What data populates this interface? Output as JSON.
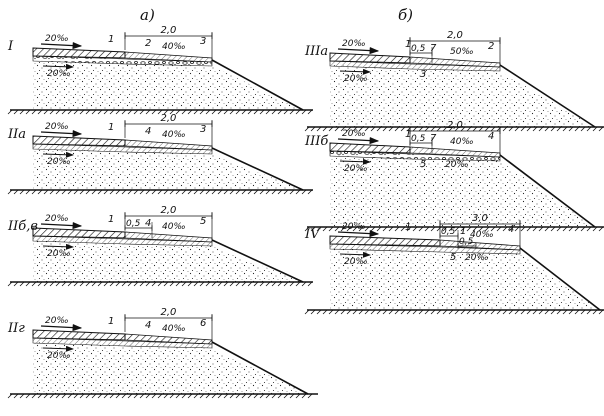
{
  "figure": {
    "group_labels": [
      "а)",
      "б)"
    ],
    "colors": {
      "ink": "#111111",
      "paper": "#ffffff"
    }
  },
  "sections": [
    {
      "id": "I",
      "roman": "I",
      "dim": "2,0",
      "slope_left": "20‰",
      "slope_right": "40‰",
      "slope_under": "20‰",
      "markers": [
        "1",
        "2",
        "3"
      ]
    },
    {
      "id": "IIa",
      "roman": "IIа",
      "dim": "2,0",
      "slope_left": "20‰",
      "slope_right": "40‰",
      "slope_under": "20‰",
      "markers": [
        "1",
        "4",
        "3"
      ]
    },
    {
      "id": "IIb",
      "roman": "IIб,в",
      "dim": "2,0",
      "subdim": "0,5",
      "slope_left": "20‰",
      "slope_right": "40‰",
      "slope_under": "20‰",
      "markers": [
        "1",
        "4",
        "5"
      ]
    },
    {
      "id": "IIg",
      "roman": "IIг",
      "dim": "2,0",
      "slope_left": "20‰",
      "slope_right": "40‰",
      "slope_under": "20‰",
      "markers": [
        "1",
        "4",
        "6"
      ]
    },
    {
      "id": "IIIa",
      "roman": "IIIа",
      "dim": "2,0",
      "subdim": "0,5",
      "slope_left": "20‰",
      "slope_right": "50‰",
      "slope_under": "20‰",
      "markers": [
        "1",
        "7",
        "2",
        "3"
      ]
    },
    {
      "id": "IIIb",
      "roman": "IIIб",
      "dim": "2,0",
      "subdim": "0,5",
      "slope_left": "20‰",
      "slope_right": "40‰",
      "slope_under": "20‰",
      "slope_under2": "20‰",
      "markers": [
        "1",
        "7",
        "4",
        "5"
      ]
    },
    {
      "id": "IV",
      "roman": "IV",
      "dim": "3,0",
      "subdim": "0,5",
      "subdim2": "0,5",
      "slope_left": "20‰",
      "slope_right": "40‰",
      "slope_under": "20‰",
      "slope_under2": "20‰",
      "markers": [
        "1",
        "1",
        "4",
        "5"
      ]
    }
  ]
}
